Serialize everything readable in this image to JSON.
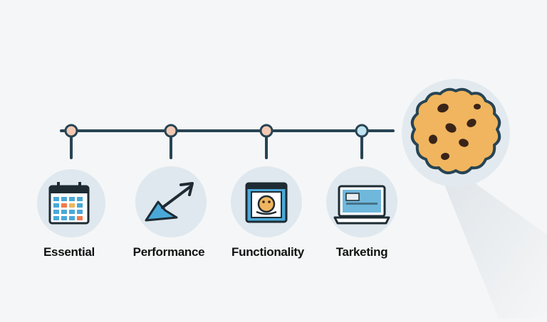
{
  "diagram": {
    "categories": [
      {
        "label": "Essential",
        "icon": "calendar-icon",
        "node_color": "#f2c9b3"
      },
      {
        "label": "Performance",
        "icon": "growth-arrow-icon",
        "node_color": "#f2c9b3"
      },
      {
        "label": "Functionality",
        "icon": "cookie-window-icon",
        "node_color": "#f2c9b3"
      },
      {
        "label": "Tarketing",
        "icon": "laptop-icon",
        "node_color": "#bfe3ef"
      }
    ],
    "hub_icon": "cookie-icon",
    "colors": {
      "line": "#274454",
      "circle_bg": "#dfe8ee",
      "cookie": "#f0b55e",
      "chip": "#3a2418",
      "accent_blue": "#4aa8d8"
    }
  }
}
